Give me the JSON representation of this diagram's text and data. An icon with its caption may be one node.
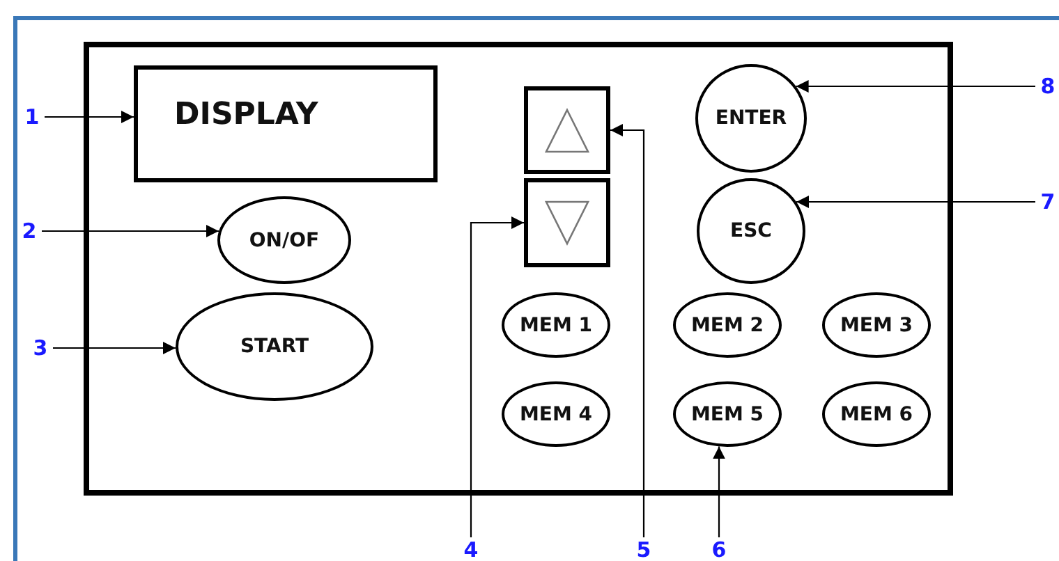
{
  "diagram": {
    "nodes": [
      {
        "text": [],
        "shape": "box"
      },
      {
        "text": [
          "DISPLAY"
        ],
        "in": 0
      },
      {
        "text": [
          "ON/OF"
        ],
        "in": 0
      },
      {
        "text": [
          "START"
        ],
        "in": 0
      },
      {
        "text": [],
        "shape": "box",
        "in": 0
      },
      {
        "text": [],
        "shape": "box",
        "in": 0
      },
      {
        "text": [
          "ENTER"
        ],
        "in": 0
      },
      {
        "text": [
          "ESC"
        ],
        "in": 0
      },
      {
        "text": [
          "MEM 1"
        ],
        "in": 0
      },
      {
        "text": [
          "MEM 2"
        ],
        "in": 0
      },
      {
        "text": [
          "MEM 3"
        ],
        "in": 0
      },
      {
        "text": [
          "MEM 4"
        ],
        "in": 0
      },
      {
        "text": [
          "MEM 5"
        ],
        "in": 0
      },
      {
        "text": [
          "MEM 6"
        ],
        "in": 0
      },
      {
        "text": [
          "1"
        ]
      },
      {
        "text": [
          "2"
        ]
      },
      {
        "text": [
          "3"
        ]
      },
      {
        "text": [
          "4"
        ]
      },
      {
        "text": [
          "5"
        ]
      },
      {
        "text": [
          "6"
        ]
      },
      {
        "text": [
          "7"
        ]
      },
      {
        "text": [
          "8"
        ]
      }
    ],
    "edges": [
      {
        "from": 14,
        "to": 1,
        "arrow": "to"
      },
      {
        "from": 15,
        "to": 2,
        "arrow": "to"
      },
      {
        "from": 16,
        "to": 3,
        "arrow": "to"
      },
      {
        "from": 17,
        "to": 5,
        "arrow": "to"
      },
      {
        "from": 18,
        "to": 4,
        "arrow": "to"
      },
      {
        "from": 19,
        "to": 12,
        "arrow": "to"
      },
      {
        "from": 20,
        "to": 7,
        "arrow": "to"
      },
      {
        "from": 21,
        "to": 6,
        "arrow": "to"
      }
    ]
  }
}
